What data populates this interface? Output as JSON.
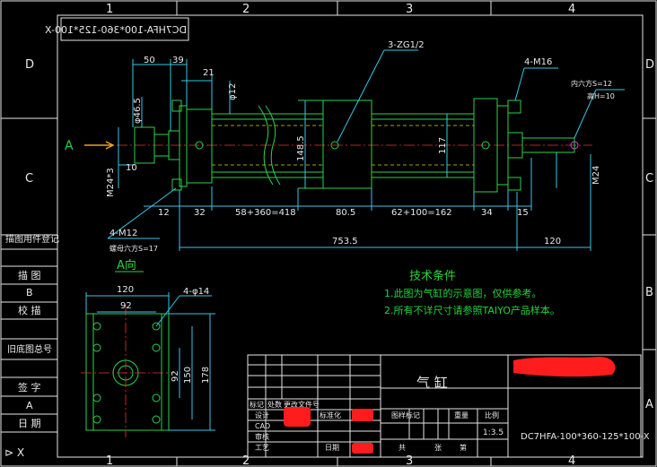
{
  "frame": {
    "col_labels": [
      "1",
      "2",
      "3",
      "4"
    ],
    "row_labels": [
      "D",
      "C",
      "B",
      "A"
    ]
  },
  "side_panel": {
    "items": [
      "描图用件登记",
      "描 图",
      "B",
      "校 描",
      "旧底图总号",
      "签 字",
      "A",
      "日 期"
    ]
  },
  "drawing_code_mirrored": "DC7HFA-100*360-125*100-X",
  "front_view": {
    "arrow_label": "A",
    "dims": {
      "d50": "50",
      "d39": "39",
      "d21": "21",
      "phi12": "φ12",
      "phi46": "φ46.5",
      "port": "3-ZG1/2",
      "m16": "4-M16",
      "flat_s": "内六方S=12",
      "flat_h": "高H=10",
      "d148": "148.5",
      "d117": "117",
      "d10": "10",
      "m24_3": "M24*3",
      "m24": "M24",
      "d12": "12",
      "d32": "32",
      "d418": "58+360=418",
      "d805": "80.5",
      "d162": "62+100=162",
      "d34": "34",
      "d15": "15",
      "m12": "4-M12",
      "hex17": "螺母六方S=17",
      "total": "753.5",
      "d120": "120"
    }
  },
  "view_a": {
    "title": "A向",
    "dims": {
      "w120": "120",
      "w92": "92",
      "holes": "4-φ14",
      "h92": "92",
      "h150": "150",
      "h178": "178"
    }
  },
  "notes": {
    "title": "技术条件",
    "lines": [
      "1.此图为气缸的示意图，仅供参考。",
      "2.所有不详尺寸请参照TAIYO产品样本。"
    ]
  },
  "title_block": {
    "name": "气  缸",
    "labels": {
      "biaoji": "标记",
      "chushu": "处数",
      "wenjian": "更改文件号",
      "sheji": "设计",
      "biaozhun": "标准化",
      "cad": "CAD",
      "shenhe": "审核",
      "gongyi": "工艺",
      "riqi": "日期",
      "tuyang": "图样标记",
      "zhongliang": "重量",
      "bili": "比例",
      "gong": "共",
      "zhang": "张",
      "di": "第"
    },
    "scale": "1:3.5",
    "drawing_no": "DC7HFA-100*360-125*100-X"
  },
  "colors": {
    "frame": "#ffffff",
    "outline": "#29d34a",
    "dim": "#35c8e6",
    "center": "#e33333",
    "text": "#e8e8e8",
    "redaction": "#ff1c1c"
  }
}
